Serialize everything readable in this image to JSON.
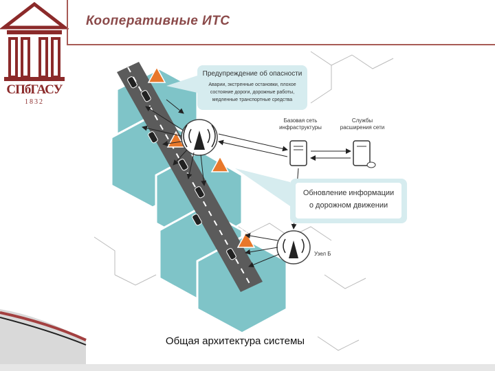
{
  "slide": {
    "title": "Кооперативные ИТС",
    "caption": "Общая архитектура системы"
  },
  "logo": {
    "text": "СПбГАСУ",
    "year": "1832"
  },
  "diagram": {
    "warning": {
      "title": "Предупреждение об опасности",
      "lines": [
        "Аварии, экстренные остановки, плохое",
        "состояние дороги, дорожные работы,",
        "медленные транспортные средства"
      ]
    },
    "base_network": [
      "Базовая сеть",
      "инфраструктуры"
    ],
    "services": [
      "Службы",
      "расширения сети"
    ],
    "update_box": [
      "Обновление информации",
      "о дорожном движении"
    ],
    "node_b": "Узел Б"
  },
  "colors": {
    "accent": "#8b4a4a",
    "hex_cell": "#7fc4c8",
    "road": "#5b5b5b",
    "callout": "#d6ecef",
    "hazard": "#e8782b"
  }
}
